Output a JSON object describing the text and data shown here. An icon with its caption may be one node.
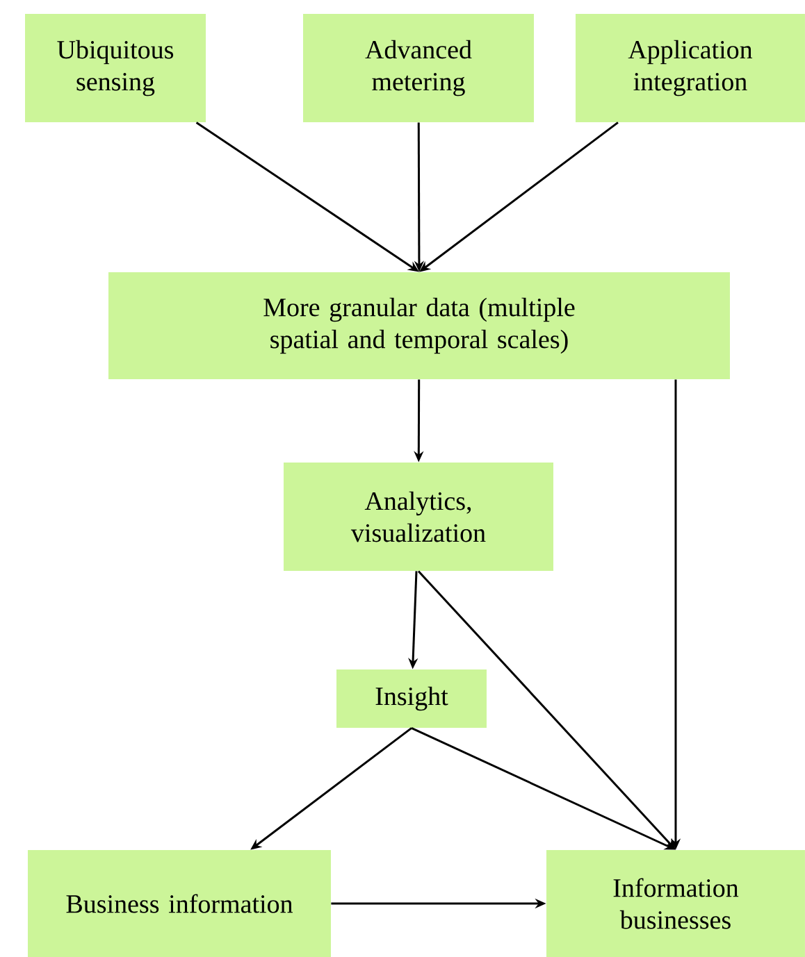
{
  "diagram": {
    "nodes": [
      {
        "text": [
          "Ubiquitous sensing"
        ]
      },
      {
        "text": [
          "Advanced metering"
        ]
      },
      {
        "text": [
          "Application integration"
        ]
      },
      {
        "text": [
          "More granular data (multiple spatial and temporal scales)"
        ]
      },
      {
        "text": [
          "Analytics, visualization"
        ]
      },
      {
        "text": [
          "Insight"
        ]
      },
      {
        "text": [
          "Business information"
        ]
      },
      {
        "text": [
          "Information businesses"
        ]
      }
    ],
    "edges": [
      {
        "from": 0,
        "to": 3,
        "arrow": "to"
      },
      {
        "from": 1,
        "to": 3,
        "arrow": "to"
      },
      {
        "from": 2,
        "to": 3,
        "arrow": "to"
      },
      {
        "from": 3,
        "to": 4,
        "arrow": "to"
      },
      {
        "from": 4,
        "to": 5,
        "arrow": "to"
      },
      {
        "from": 4,
        "to": 7,
        "arrow": "to"
      },
      {
        "from": 3,
        "to": 7,
        "arrow": "to"
      },
      {
        "from": 5,
        "to": 6,
        "arrow": "to"
      },
      {
        "from": 5,
        "to": 7,
        "arrow": "to"
      },
      {
        "from": 6,
        "to": 7,
        "arrow": "to"
      }
    ]
  }
}
